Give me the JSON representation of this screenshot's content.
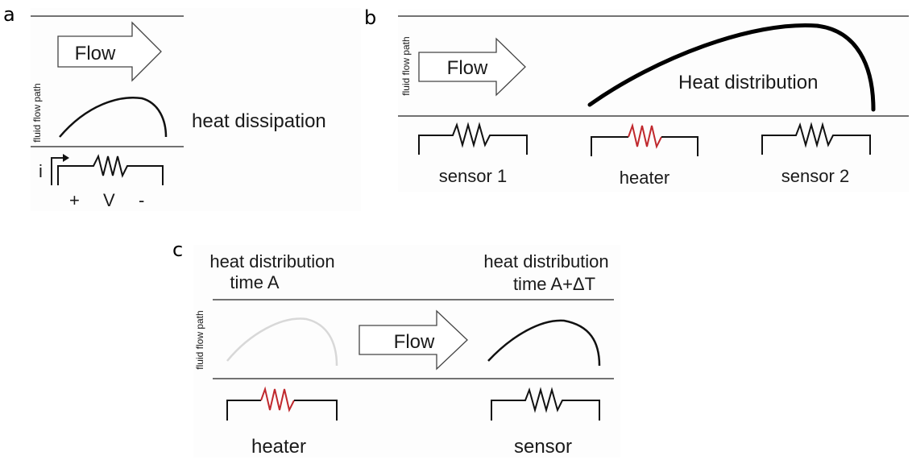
{
  "panel_a": {
    "letter": "a",
    "path_label": "fluid flow path",
    "flow_label": "Flow",
    "curve_label": "heat dissipation",
    "current_label": "i",
    "voltage_plus": "+",
    "voltage_label": "V",
    "voltage_minus": "-"
  },
  "panel_b": {
    "letter": "b",
    "path_label": "fluid flow path",
    "flow_label": "Flow",
    "curve_label": "Heat distribution",
    "sensor1_label": "sensor 1",
    "heater_label": "heater",
    "sensor2_label": "sensor 2"
  },
  "panel_c": {
    "letter": "c",
    "path_label": "fluid flow path",
    "time_a_line1": "heat distribution",
    "time_a_line2": "time A",
    "time_b_line1": "heat distribution",
    "time_b_line2": "time A+ΔT",
    "flow_label": "Flow",
    "heater_label": "heater",
    "sensor_label": "sensor"
  },
  "colors": {
    "heater_resistor": "#c0282d",
    "sensor_resistor": "#111111",
    "faint_curve": "#d8d8d8"
  }
}
